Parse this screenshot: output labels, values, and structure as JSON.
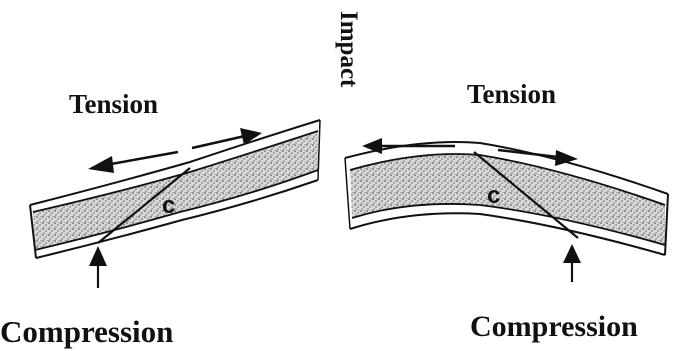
{
  "labels": {
    "impact": "Impact",
    "tension_left": "Tension",
    "tension_right": "Tension",
    "compression_left": "Compression",
    "compression_right": "Compression",
    "crack_left": "c",
    "crack_right": "c"
  },
  "colors": {
    "ink": "#111111",
    "fill": "#d9d9d9",
    "background": "#ffffff"
  }
}
